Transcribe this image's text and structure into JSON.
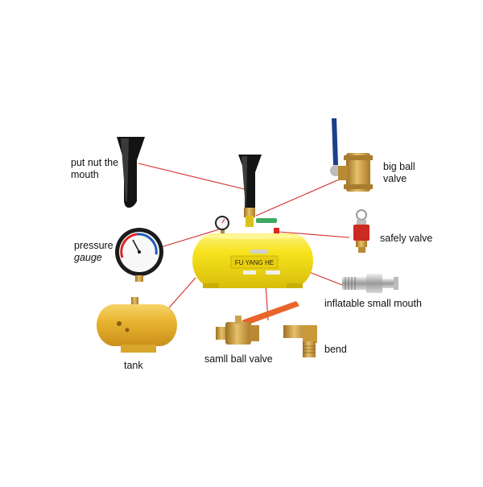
{
  "labels": {
    "put_nut": "put nut the\nmouth",
    "big_ball_valve": "big ball\nvalve",
    "safely_valve": "safely valve",
    "pressure": "pressure",
    "gauge": "gauge",
    "inflatable": "inflatable small mouth",
    "bend": "bend",
    "small_ball_valve": "samll ball valve",
    "tank": "tank"
  },
  "tank_nameplate": "FU YANG HE",
  "colors": {
    "leader_line": "#d42a2a",
    "tank_yellow": "#f5df1e",
    "small_tank": "#e9b530",
    "brass": "#c99a3a",
    "red_part": "#cc2a22",
    "handle_orange": "#e8642a",
    "handle_blue": "#1d3f8a",
    "black": "#111111"
  }
}
